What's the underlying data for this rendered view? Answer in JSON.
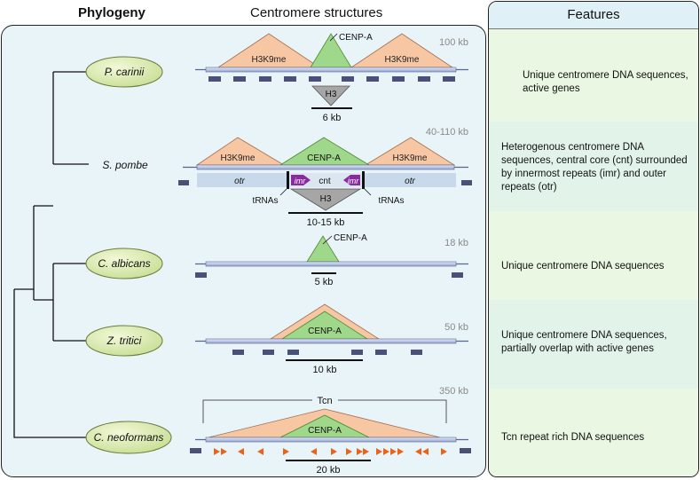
{
  "headers": {
    "phylogeny": "Phylogeny",
    "centromere": "Centromere structures",
    "features": "Features"
  },
  "species": [
    "P. carinii",
    "S. pombe",
    "C. albicans",
    "Z. tritici",
    "C. neoformans"
  ],
  "sizes": [
    "100 kb",
    "40-110 kb",
    "18 kb",
    "50 kb",
    "350 kb"
  ],
  "labels": {
    "cenp_a": "CENP-A",
    "h3k9me": "H3K9me",
    "h3": "H3",
    "otr": "otr",
    "imr": "imr",
    "cnt": "cnt",
    "trnas": "tRNAs",
    "tcn": "Tcn"
  },
  "scales": [
    "6 kb",
    "10-15 kb",
    "5 kb",
    "10 kb",
    "20 kb"
  ],
  "features": [
    "Unique centromere DNA sequences, active genes",
    "Heterogenous centromere DNA sequences, central core (cnt) surrounded by innermost repeats (imr) and outer repeats (otr)",
    "Unique centromere DNA sequences",
    "Unique centromere DNA sequences, partially overlap with active genes",
    "Tcn repeat rich DNA sequences"
  ],
  "colors": {
    "h3k9me_fill": "#f7c6a3",
    "cenp_a_fill": "#9fd88a",
    "h3_fill": "#a6a6a6",
    "dna_fill": "#c8d4ec",
    "gene_block": "#4a5078",
    "tcn_arrow": "#e8641c",
    "imr_fill": "#8a2aa0",
    "species_fill": "#dcebb4"
  }
}
